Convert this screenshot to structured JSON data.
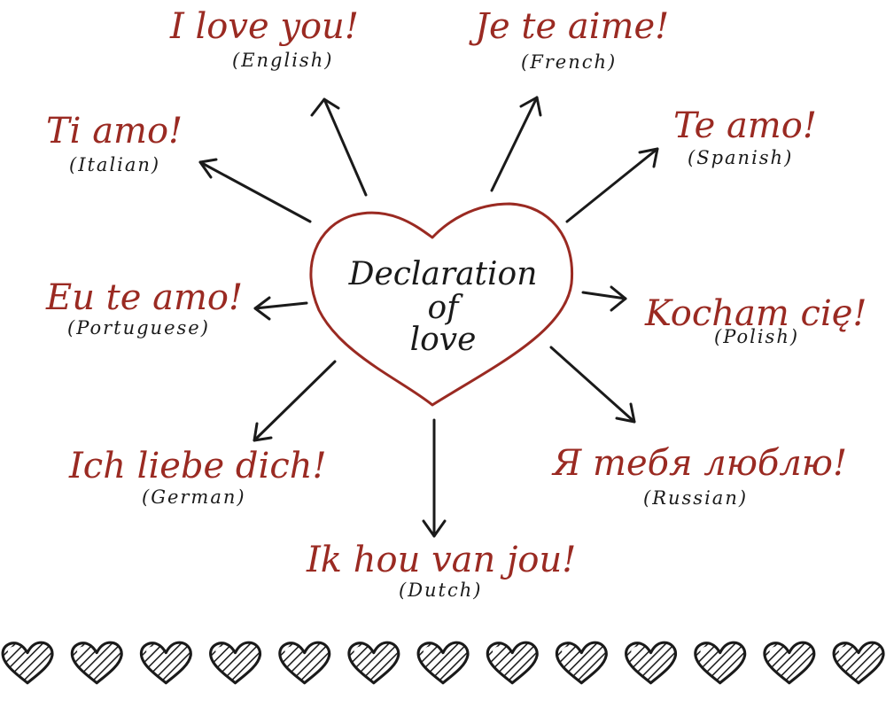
{
  "center": {
    "line1": "Declaration",
    "line2": "of",
    "line3": "love"
  },
  "items": [
    {
      "phrase": "I love you!",
      "language": "(English)"
    },
    {
      "phrase": "Je te aime!",
      "language": "(French)"
    },
    {
      "phrase": "Ti amo!",
      "language": "(Italian)"
    },
    {
      "phrase": "Te amo!",
      "language": "(Spanish)"
    },
    {
      "phrase": "Eu te amo!",
      "language": "(Portuguese)"
    },
    {
      "phrase": "Kocham cię!",
      "language": "(Polish)"
    },
    {
      "phrase": "Ich liebe dich!",
      "language": "(German)"
    },
    {
      "phrase": "Я тебя люблю!",
      "language": "(Russian)"
    },
    {
      "phrase": "Ik hou van jou!",
      "language": "(Dutch)"
    }
  ],
  "colors": {
    "phrase": "#9a2a22",
    "heart_outline": "#9a2a22",
    "ink": "#1a1a1a"
  },
  "decor": {
    "border_hearts_count": 13,
    "icon": "hatched-heart-icon"
  }
}
